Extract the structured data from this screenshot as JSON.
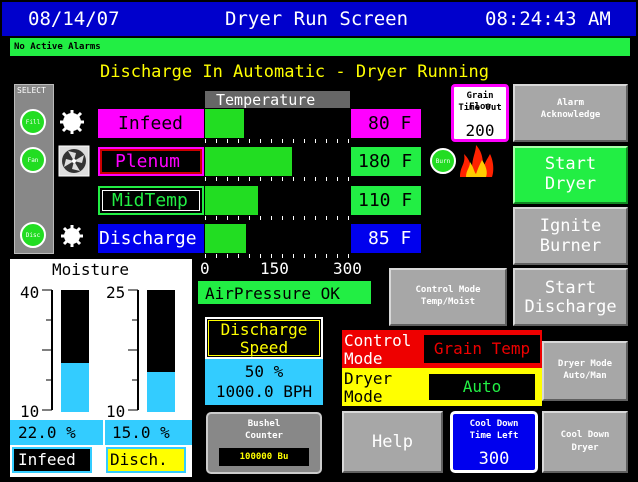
{
  "header": {
    "date": "08/14/07",
    "title": "Dryer Run Screen",
    "time": "08:24:43 AM"
  },
  "alarm_bar": {
    "text": "No Active Alarms"
  },
  "status_line": "Discharge In Automatic - Dryer Running",
  "select_panel": {
    "label": "SELECT",
    "buttons": [
      "Fill",
      "Fan",
      "Disc"
    ]
  },
  "temperature": {
    "title": "Temperature",
    "scale": {
      "min": "0",
      "mid": "150",
      "max": "300",
      "min_value": 0,
      "max_value": 300
    },
    "rows": [
      {
        "label": "Infeed",
        "value": "80 F",
        "numeric": 80
      },
      {
        "label": "Plenum",
        "value": "180 F",
        "numeric": 180
      },
      {
        "label": "MidTemp",
        "value": "110 F",
        "numeric": 110
      },
      {
        "label": "Discharge",
        "value": "85 F",
        "numeric": 85
      }
    ]
  },
  "burner_indicator": {
    "label": "Burn"
  },
  "grain_flow": {
    "title_line1": "Grain Flow",
    "title_line2": "Time Out",
    "value": "200"
  },
  "buttons": {
    "alarm_ack": {
      "line1": "Alarm",
      "line2": "Acknowledge"
    },
    "start_dryer": {
      "line1": "Start",
      "line2": "Dryer"
    },
    "ignite_burner": {
      "line1": "Ignite",
      "line2": "Burner"
    },
    "start_discharge": {
      "line1": "Start",
      "line2": "Discharge"
    },
    "control_mode": {
      "line1": "Control Mode",
      "line2": "Temp/Moist"
    },
    "dryer_mode": {
      "line1": "Dryer Mode",
      "line2": "Auto/Man"
    },
    "help": "Help",
    "cool_down_dryer": {
      "line1": "Cool Down",
      "line2": "Dryer"
    }
  },
  "moisture": {
    "title": "Moisture",
    "gauges": [
      {
        "top": "40",
        "bottom": "10",
        "value": "22.0 %",
        "label": "Infeed",
        "fill_fraction": 0.4
      },
      {
        "top": "25",
        "bottom": "10",
        "value": "15.0 %",
        "label": "Disch.",
        "fill_fraction": 0.33
      }
    ]
  },
  "air_pressure": "AirPressure OK",
  "discharge_speed": {
    "title_line1": "Discharge",
    "title_line2": "Speed",
    "percent": "50 %",
    "bph": "1000.0 BPH"
  },
  "bushel_counter": {
    "title_line1": "Bushel",
    "title_line2": "Counter",
    "value": "100000 Bu"
  },
  "modes": {
    "control_label_line1": "Control",
    "control_label_line2": "Mode",
    "control_value": "Grain Temp",
    "dryer_label_line1": "Dryer",
    "dryer_label_line2": "Mode",
    "dryer_value": "Auto"
  },
  "cool_down": {
    "title_line1": "Cool Down",
    "title_line2": "Time Left",
    "value": "300"
  },
  "colors": {
    "accent_green": "#33ff55",
    "magenta": "#ff00ff",
    "blue": "#0000ee",
    "cyan": "#33ccff",
    "yellow": "#ffff00",
    "red": "#ee0000"
  }
}
